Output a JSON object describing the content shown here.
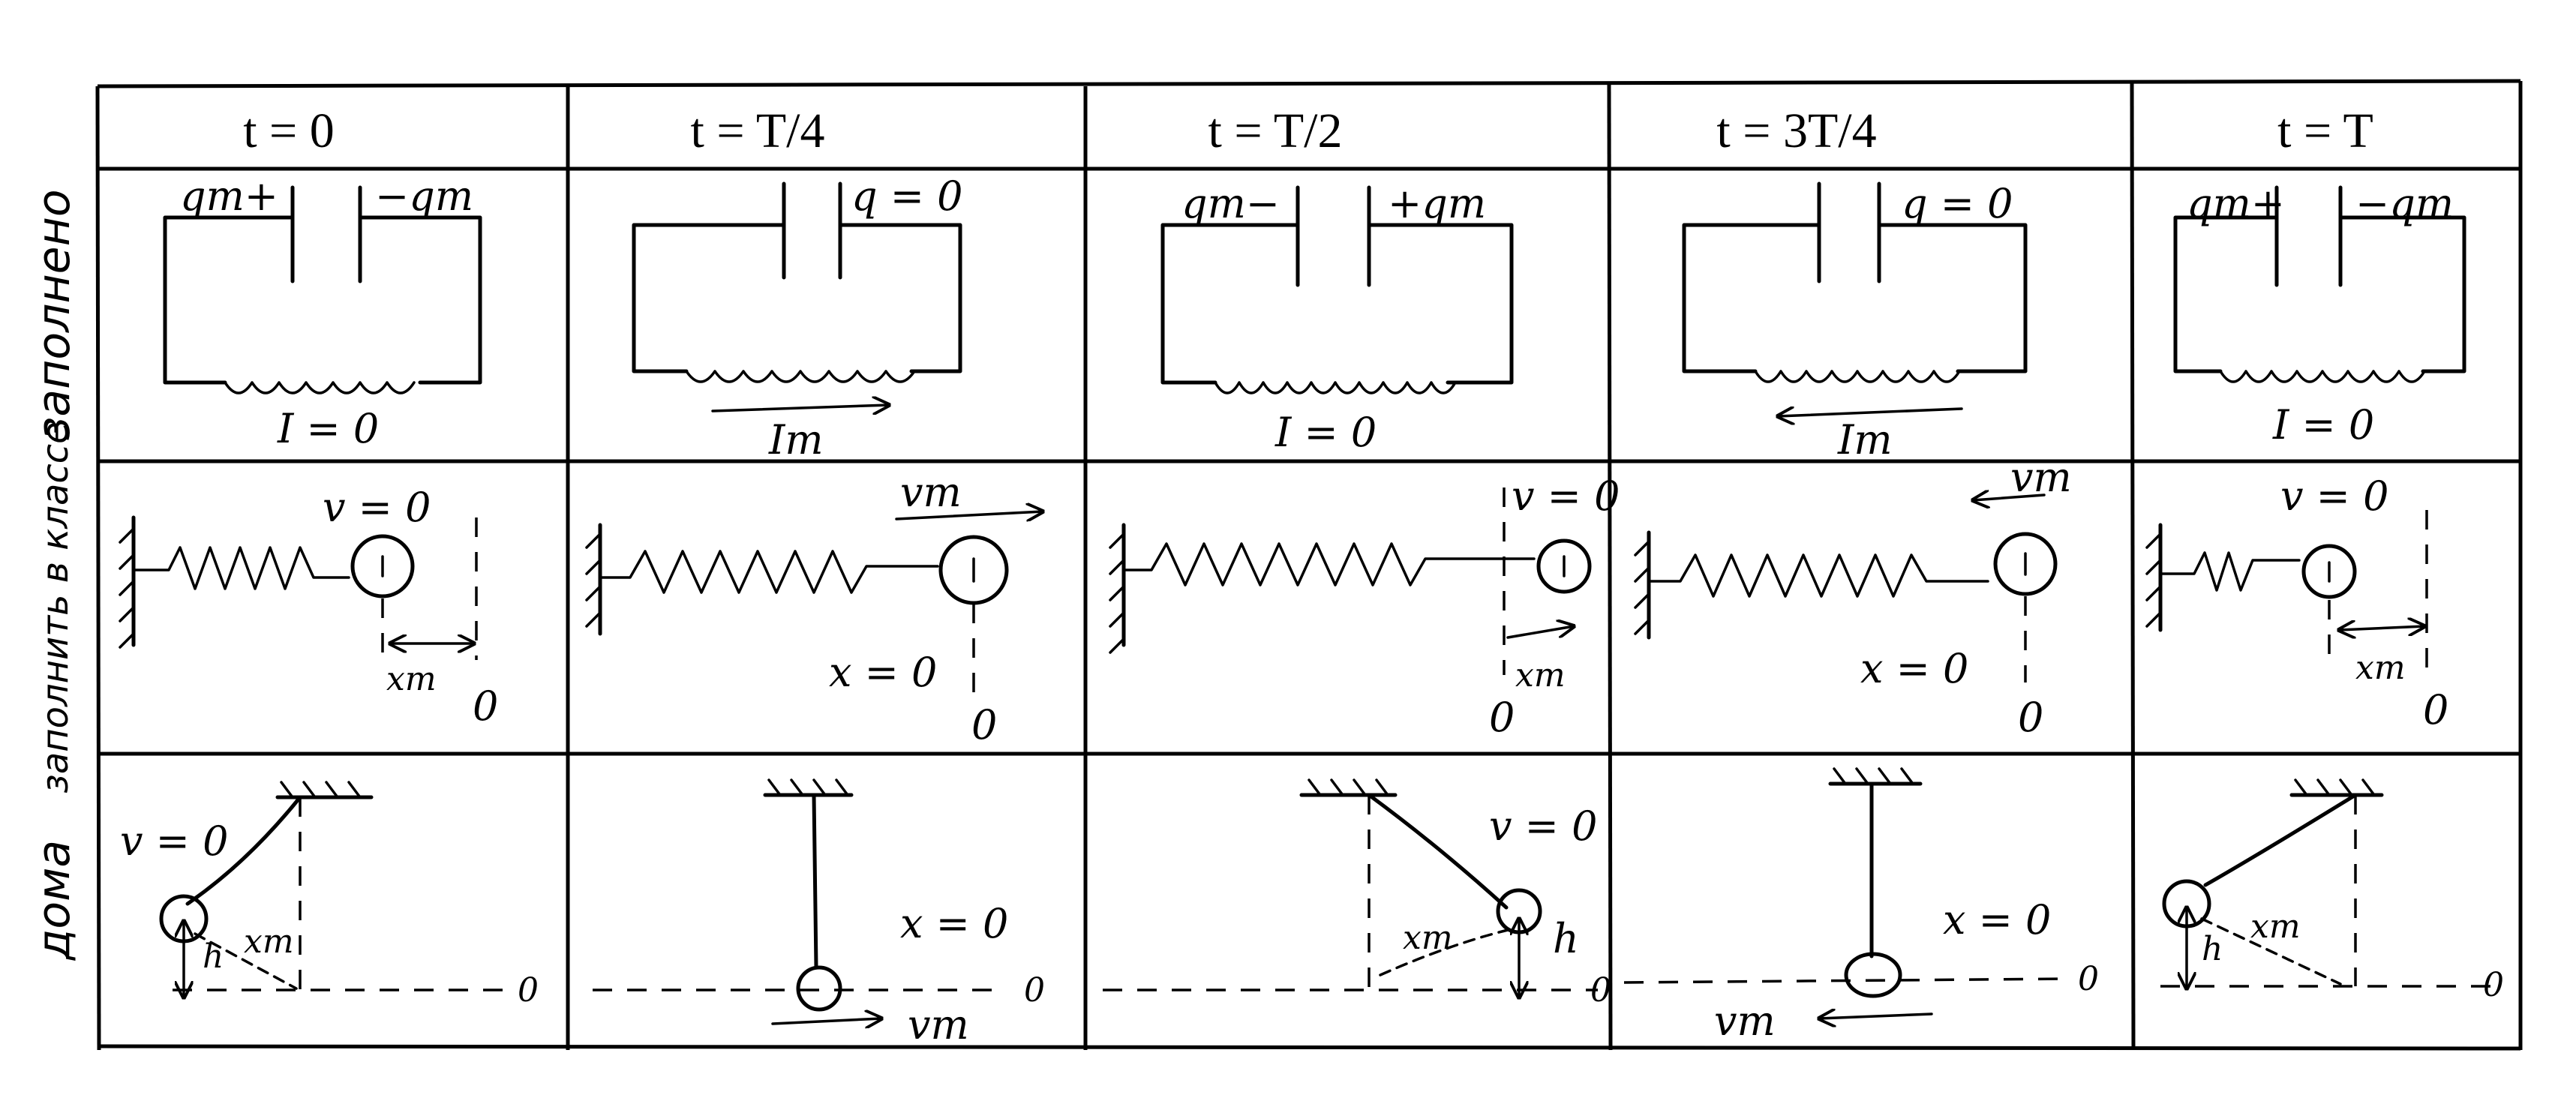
{
  "columns": [
    {
      "header": "t = 0"
    },
    {
      "header": "t = T/4"
    },
    {
      "header": "t = T/2"
    },
    {
      "header": "t = 3T/4"
    },
    {
      "header": "t = T"
    }
  ],
  "rows": [
    {
      "label": "заполнено"
    },
    {
      "label": "заполнить в классе"
    },
    {
      "label": "дома"
    }
  ],
  "lc_circuit": [
    {
      "left_plate": "qm+",
      "right_plate": "−qm",
      "current": "I = 0"
    },
    {
      "left_plate": "",
      "right_plate": "q = 0",
      "current": "Im"
    },
    {
      "left_plate": "qm−",
      "right_plate": "+qm",
      "current": "I = 0"
    },
    {
      "left_plate": "",
      "right_plate": "q = 0",
      "current": "Im"
    },
    {
      "left_plate": "qm+",
      "right_plate": "−qm",
      "current": "I = 0"
    }
  ],
  "spring": [
    {
      "velocity": "v = 0",
      "position": "xm",
      "origin": "0"
    },
    {
      "velocity": "vm",
      "position": "x = 0",
      "origin": "0"
    },
    {
      "velocity": "v = 0",
      "position": "xm",
      "origin": "0"
    },
    {
      "velocity": "vm",
      "position": "x = 0",
      "origin": "0"
    },
    {
      "velocity": "v = 0",
      "position": "xm",
      "origin": "0"
    }
  ],
  "pendulum": [
    {
      "velocity": "v = 0",
      "displacement": "xm",
      "height": "h",
      "origin": "0"
    },
    {
      "velocity": "vm",
      "displacement": "x = 0",
      "height": "",
      "origin": "0"
    },
    {
      "velocity": "v = 0",
      "displacement": "xm",
      "height": "h",
      "origin": "0"
    },
    {
      "velocity": "vm",
      "displacement": "x = 0",
      "height": "",
      "origin": "0"
    },
    {
      "velocity": "",
      "displacement": "xm",
      "height": "h",
      "origin": "0"
    }
  ]
}
